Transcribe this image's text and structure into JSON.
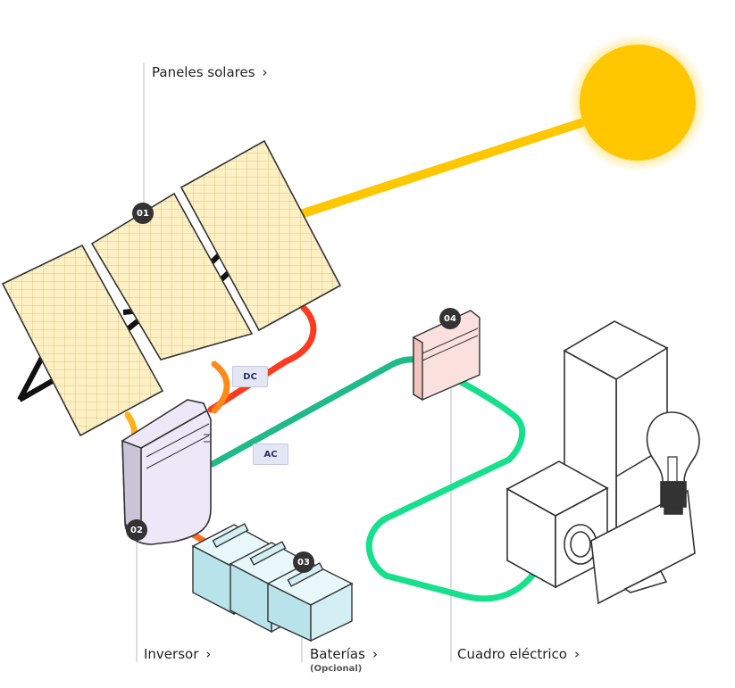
{
  "labels": {
    "paneles": {
      "text": "Paneles solares",
      "chevron": "›"
    },
    "inversor": {
      "text": "Inversor",
      "chevron": "›"
    },
    "baterias": {
      "text": "Baterías",
      "chevron": "›",
      "sub": "(Opcional)"
    },
    "cuadro": {
      "text": "Cuadro eléctrico",
      "chevron": "›"
    }
  },
  "badges": {
    "b01": "01",
    "b02": "02",
    "b03": "03",
    "b04": "04"
  },
  "tags": {
    "dc": "DC",
    "ac": "AC"
  },
  "colors": {
    "sun": "#ffc700",
    "panel": "#fdf0c4",
    "dc_cable": "#ff6d1a",
    "ac_cable": "#16e08c",
    "inverter": "#ece8f8",
    "battery": "#d3eff3",
    "breaker_box": "#fbe1dd"
  }
}
